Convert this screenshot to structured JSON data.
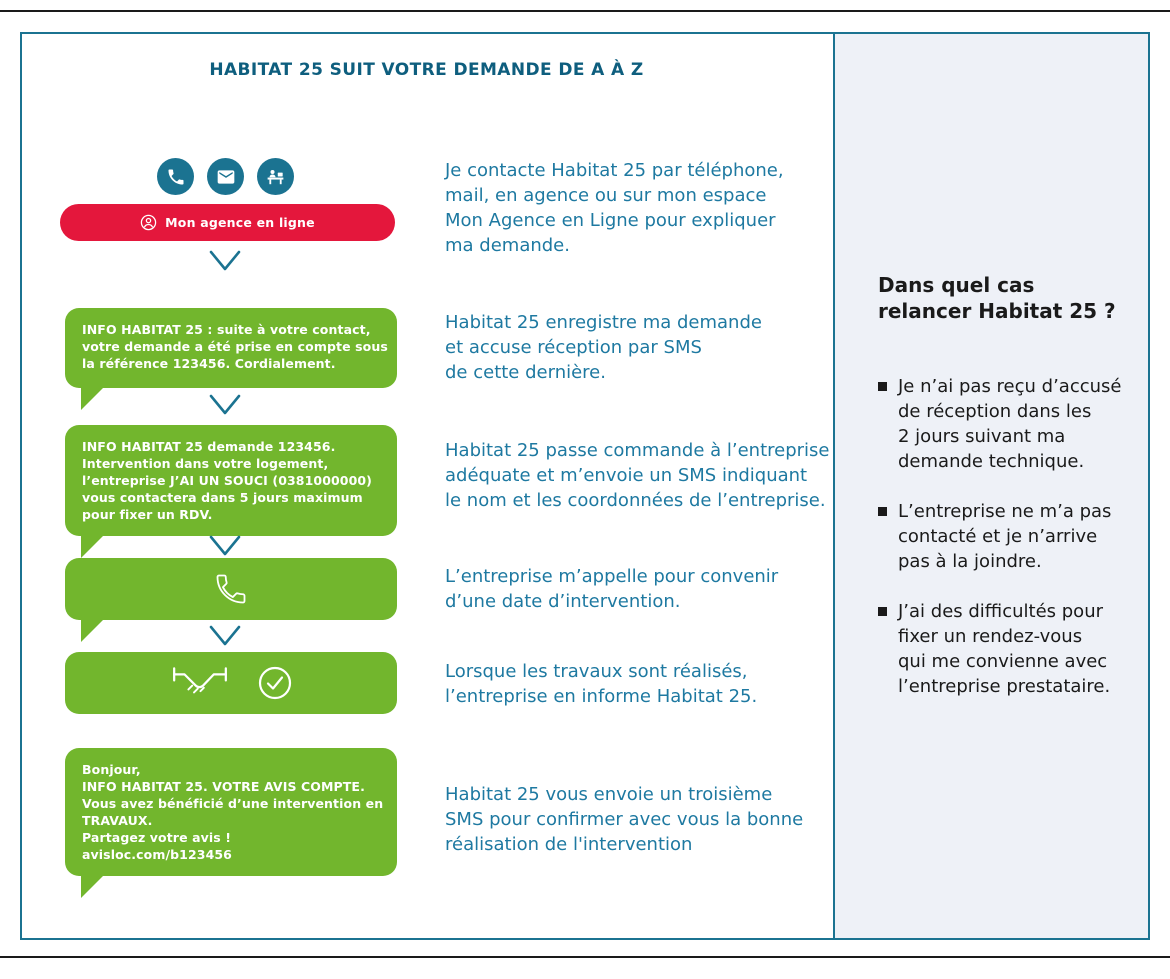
{
  "title": "HABITAT 25 SUIT VOTRE DEMANDE DE A À Z",
  "colors": {
    "teal": "#1b7391",
    "green": "#72b62d",
    "red": "#e4173c",
    "title_text": "#0e5e7e",
    "step_text": "#1e79a1",
    "sidebar_bg": "#eef1f7",
    "dark_text": "#1a1a1a"
  },
  "contact": {
    "channel_icons": [
      "phone-icon",
      "mail-icon",
      "agency-desk-icon"
    ],
    "button_label": "Mon agence en ligne"
  },
  "steps": [
    {
      "description": "Je contacte Habitat 25 par téléphone,\nmail, en agence ou sur mon espace\nMon Agence en Ligne pour expliquer\nma demande."
    },
    {
      "sms": "INFO HABITAT 25 : suite à votre contact,\nvotre demande a été prise en compte sous\nla référence 123456. Cordialement.",
      "description": "Habitat 25 enregistre ma demande\net accuse réception par SMS\nde cette dernière."
    },
    {
      "sms": "INFO HABITAT 25 demande 123456.\nIntervention dans votre logement,\nl’entreprise J’AI UN SOUCI (0381000000)\nvous contactera dans 5 jours maximum\npour fixer un RDV.",
      "description": "Habitat 25 passe commande à l’entreprise\nadéquate et m’envoie un SMS indiquant\nle nom et les coordonnées de l’entreprise."
    },
    {
      "icon": "phone-call-icon",
      "description": "L’entreprise m’appelle pour convenir\nd’une date d’intervention."
    },
    {
      "icons": [
        "handshake-icon",
        "check-circle-icon"
      ],
      "description": "Lorsque les travaux sont réalisés,\nl’entreprise en informe Habitat 25."
    },
    {
      "sms": "Bonjour,\nINFO HABITAT 25. VOTRE AVIS COMPTE.\nVous avez bénéficié d’une intervention en\nTRAVAUX.\nPartagez votre avis !\navisloc.com/b123456",
      "description": "Habitat 25 vous envoie un troisième\nSMS pour confirmer avec vous la bonne\nréalisation de l'intervention"
    }
  ],
  "sidebar": {
    "title": "Dans quel cas\nrelancer Habitat 25 ?",
    "items": [
      "Je n’ai pas reçu d’accusé\nde réception dans les\n2 jours suivant ma\ndemande technique.",
      "L’entreprise ne m’a pas\ncontacté et je n’arrive\npas à la joindre.",
      "J’ai des difficultés pour\nfixer un rendez-vous\nqui me convienne avec\nl’entreprise prestataire."
    ]
  }
}
